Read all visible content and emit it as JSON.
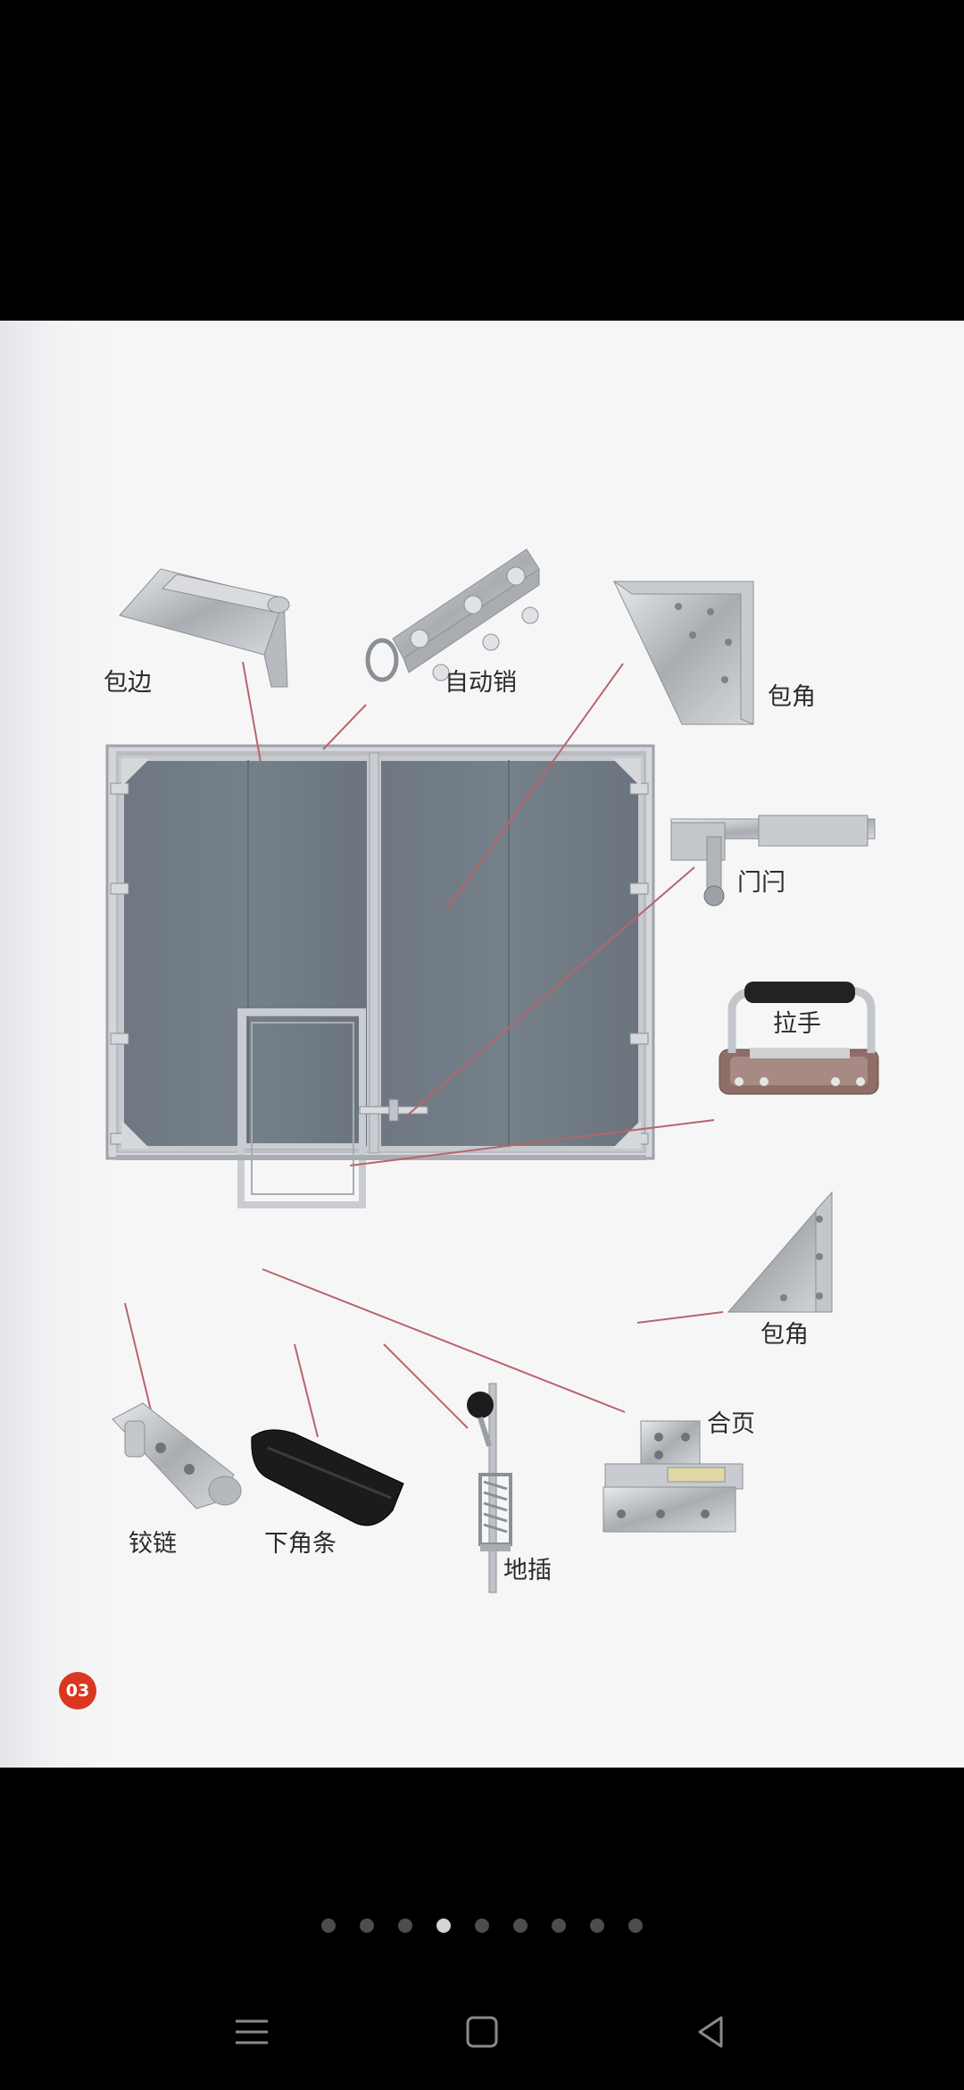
{
  "image": {
    "labels": {
      "bao_bian": "包边",
      "auto_pin": "自动销",
      "corner_top": "包角",
      "latch": "门闩",
      "handle": "拉手",
      "corner_bottom": "包角",
      "hinge": "合页",
      "hinge_strap": "铰链",
      "bottom_strip": "下角条",
      "floor_bolt": "地插"
    },
    "page_badge": "03"
  },
  "carousel": {
    "total": 9,
    "active_index": 3
  },
  "navbar": {
    "menu_icon": "menu-icon",
    "home_icon": "square-home-icon",
    "back_icon": "triangle-back-icon"
  },
  "colors": {
    "door_panel": "#6c7580",
    "frame": "#c9ccd0",
    "leader_line": "#b8646b",
    "badge": "#d9371f"
  }
}
